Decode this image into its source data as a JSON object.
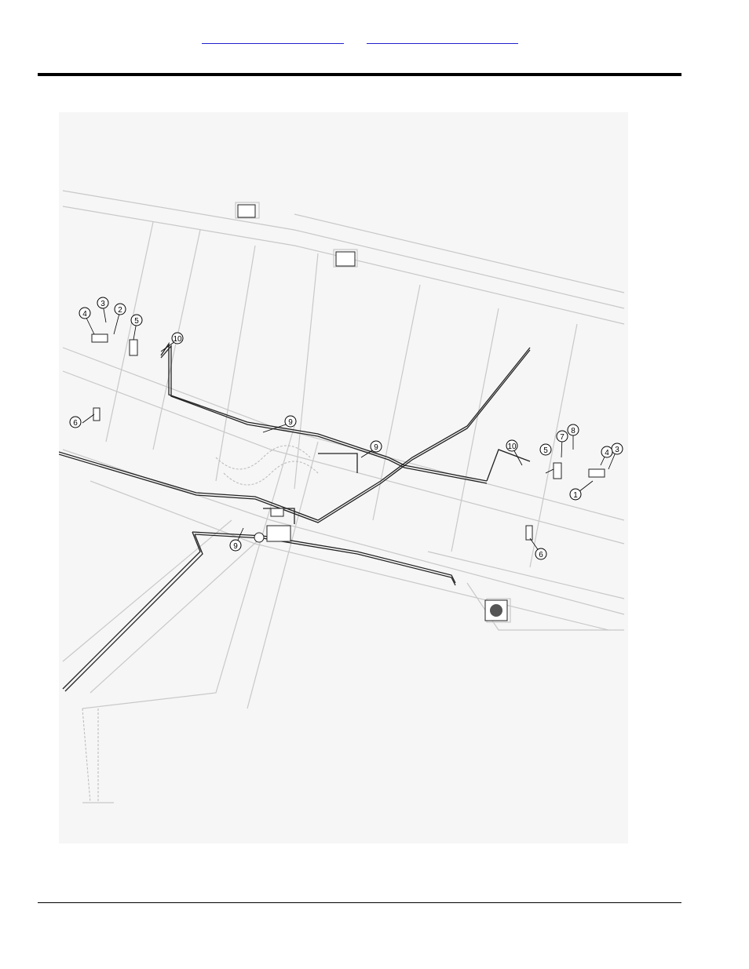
{
  "header": {
    "link_left": "",
    "link_right": ""
  },
  "figure": {
    "callouts": [
      {
        "id": "c1",
        "label": "1"
      },
      {
        "id": "c2",
        "label": "2"
      },
      {
        "id": "c3-left",
        "label": "3"
      },
      {
        "id": "c3-right",
        "label": "3"
      },
      {
        "id": "c4-left",
        "label": "4"
      },
      {
        "id": "c4-right",
        "label": "4"
      },
      {
        "id": "c5-left",
        "label": "5"
      },
      {
        "id": "c5-right",
        "label": "5"
      },
      {
        "id": "c6-left",
        "label": "6"
      },
      {
        "id": "c6-right",
        "label": "6"
      },
      {
        "id": "c7",
        "label": "7"
      },
      {
        "id": "c8",
        "label": "8"
      },
      {
        "id": "c9-a",
        "label": "9"
      },
      {
        "id": "c9-b",
        "label": "9"
      },
      {
        "id": "c9-c",
        "label": "9"
      },
      {
        "id": "c10-left",
        "label": "10"
      },
      {
        "id": "c10-right",
        "label": "10"
      }
    ]
  },
  "footer": {
    "text": ""
  }
}
